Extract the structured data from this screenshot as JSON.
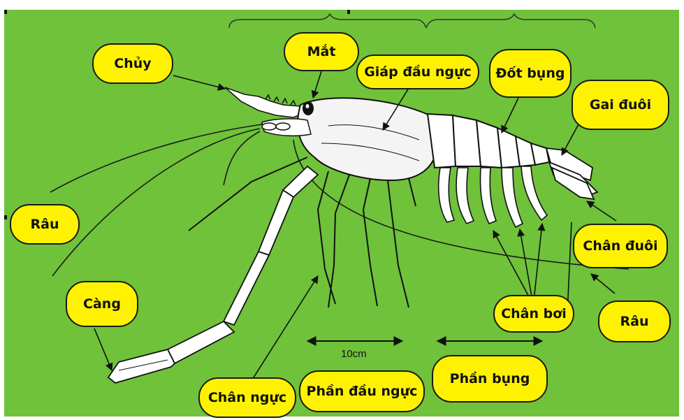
{
  "labels": {
    "chuy": "Chủy",
    "mat": "Mắt",
    "giap_dau_nguc": "Giáp đầu ngực",
    "dot_bung": "Đốt bụng",
    "gai_duoi": "Gai đuôi",
    "rau_left": "Râu",
    "chan_duoi": "Chân đuôi",
    "cang": "Càng",
    "chan_boi": "Chân bơi",
    "rau_right": "Râu",
    "chan_nguc": "Chân ngực",
    "phan_dau_nguc": "Phần đầu ngực",
    "phan_bung": "Phần bụng"
  },
  "scale_text": "10cm",
  "colors": {
    "background": "#6fc23a",
    "label_fill": "#fff200",
    "outline": "#1a1a1a"
  }
}
